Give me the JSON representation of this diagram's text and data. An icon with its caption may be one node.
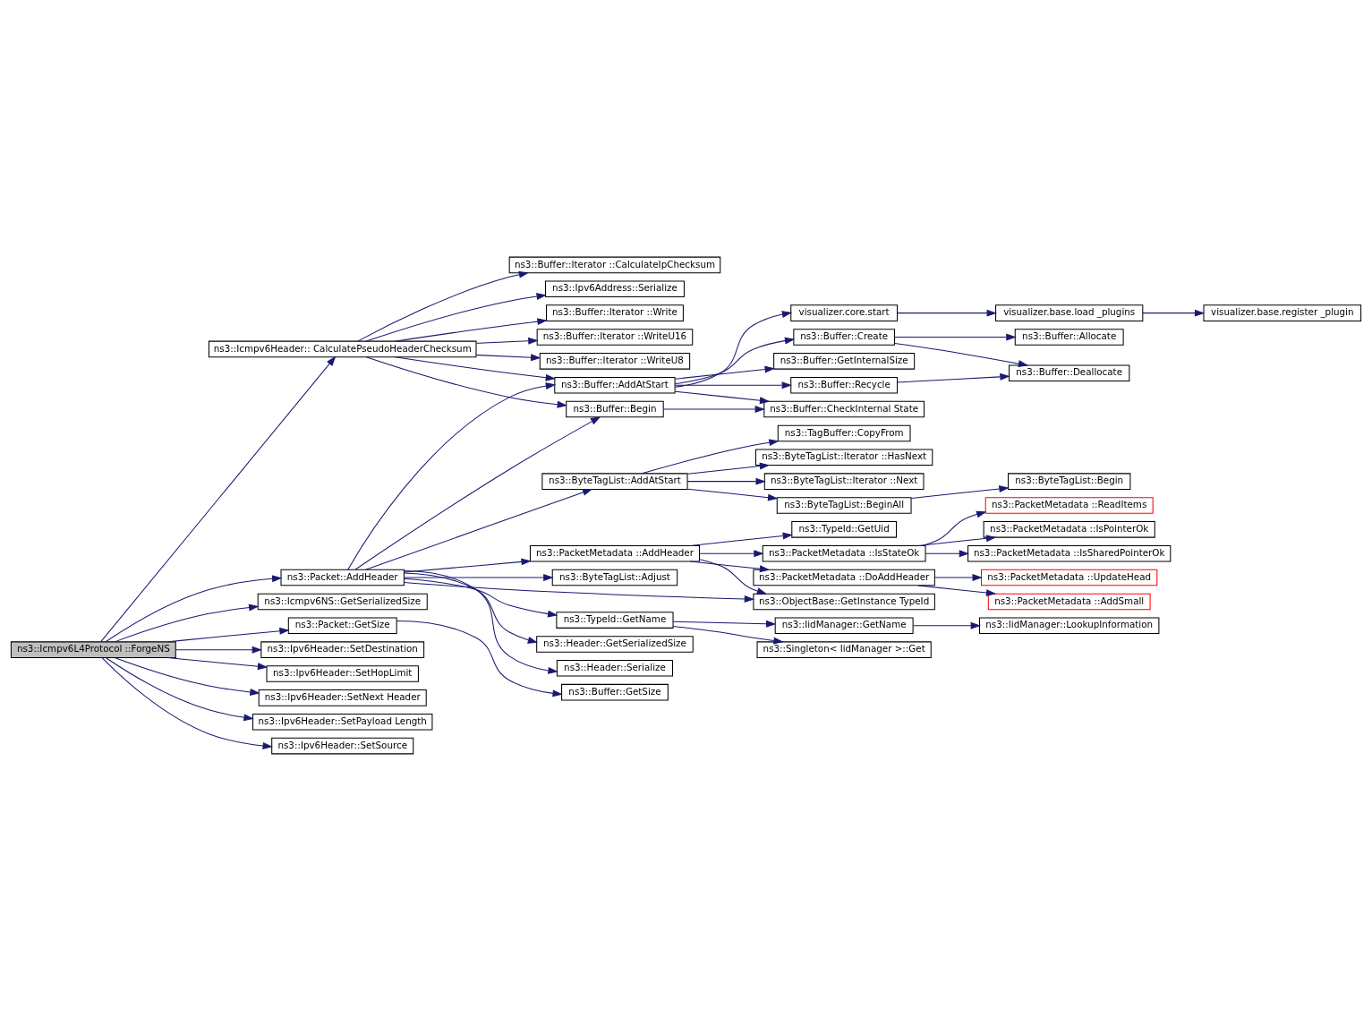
{
  "diagram": {
    "nodes": [
      {
        "text": [
          "ns3::Icmpv6L4Protocol ::ForgeNS"
        ]
      },
      {
        "text": [
          "ns3::Icmpv6Header:: CalculatePseudoHeaderChecksum"
        ]
      },
      {
        "text": [
          "ns3::Packet::AddHeader"
        ]
      },
      {
        "text": [
          "ns3::Icmpv6NS::GetSerializedSize"
        ]
      },
      {
        "text": [
          "ns3::Packet::GetSize"
        ]
      },
      {
        "text": [
          "ns3::Ipv6Header::SetDestination"
        ]
      },
      {
        "text": [
          "ns3::Ipv6Header::SetHopLimit"
        ]
      },
      {
        "text": [
          "ns3::Ipv6Header::SetNext Header"
        ]
      },
      {
        "text": [
          "ns3::Ipv6Header::SetPayload Length"
        ]
      },
      {
        "text": [
          "ns3::Ipv6Header::SetSource"
        ]
      },
      {
        "text": [
          "ns3::Buffer::Iterator ::CalculateIpChecksum"
        ]
      },
      {
        "text": [
          "ns3::Ipv6Address::Serialize"
        ]
      },
      {
        "text": [
          "ns3::Buffer::Iterator ::Write"
        ]
      },
      {
        "text": [
          "ns3::Buffer::Iterator ::WriteU16"
        ]
      },
      {
        "text": [
          "ns3::Buffer::Iterator ::WriteU8"
        ]
      },
      {
        "text": [
          "ns3::Buffer::Begin"
        ]
      },
      {
        "text": [
          "ns3::Buffer::AddAtStart"
        ]
      },
      {
        "text": [
          "ns3::TypeId::GetName"
        ]
      },
      {
        "text": [
          "ns3::ByteTagList::AddAtStart"
        ]
      },
      {
        "text": [
          "ns3::Header::GetSerializedSize"
        ]
      },
      {
        "text": [
          "ns3::Header::Serialize"
        ]
      },
      {
        "text": [
          "ns3::PacketMetadata ::AddHeader"
        ]
      },
      {
        "text": [
          "ns3::ByteTagList::Adjust"
        ]
      },
      {
        "text": [
          "ns3::Buffer::GetSize"
        ]
      },
      {
        "text": [
          "ns3::Buffer::CheckInternal State"
        ]
      },
      {
        "text": [
          "ns3::Buffer::Recycle"
        ]
      },
      {
        "text": [
          "ns3::Buffer::GetInternalSize"
        ]
      },
      {
        "text": [
          "ns3::Buffer::Create"
        ]
      },
      {
        "text": [
          "visualizer.core.start"
        ]
      },
      {
        "text": [
          "ns3::IidManager::GetName"
        ]
      },
      {
        "text": [
          "ns3::Singleton< IidManager >::Get"
        ]
      },
      {
        "text": [
          "ns3::ByteTagList::BeginAll"
        ]
      },
      {
        "text": [
          "ns3::TagBuffer::CopyFrom"
        ]
      },
      {
        "text": [
          "ns3::ByteTagList::Iterator ::HasNext"
        ]
      },
      {
        "text": [
          "ns3::ByteTagList::Iterator ::Next"
        ]
      },
      {
        "text": [
          "ns3::ObjectBase::GetInstance TypeId"
        ]
      },
      {
        "text": [
          "ns3::PacketMetadata ::DoAddHeader"
        ]
      },
      {
        "text": [
          "ns3::TypeId::GetUid"
        ]
      },
      {
        "text": [
          "ns3::PacketMetadata ::IsStateOk"
        ]
      },
      {
        "text": [
          "ns3::Buffer::Deallocate"
        ]
      },
      {
        "text": [
          "ns3::Buffer::Allocate"
        ]
      },
      {
        "text": [
          "visualizer.base.load _plugins"
        ]
      },
      {
        "text": [
          "ns3::IidManager::LookupInformation"
        ]
      },
      {
        "text": [
          "ns3::ByteTagList::Begin"
        ]
      },
      {
        "text": [
          "ns3::PacketMetadata ::UpdateHead"
        ]
      },
      {
        "text": [
          "ns3::PacketMetadata ::AddSmall"
        ]
      },
      {
        "text": [
          "ns3::PacketMetadata ::IsSharedPointerOk"
        ]
      },
      {
        "text": [
          "ns3::PacketMetadata ::ReadItems"
        ]
      },
      {
        "text": [
          "ns3::PacketMetadata ::IsPointerOk"
        ]
      },
      {
        "text": [
          "visualizer.base.register _plugin"
        ]
      }
    ],
    "edges": [
      {
        "from": 0,
        "to": 1,
        "arrow": "to"
      },
      {
        "from": 0,
        "to": 2,
        "arrow": "to"
      },
      {
        "from": 0,
        "to": 3,
        "arrow": "to"
      },
      {
        "from": 0,
        "to": 4,
        "arrow": "to"
      },
      {
        "from": 0,
        "to": 5,
        "arrow": "to"
      },
      {
        "from": 0,
        "to": 6,
        "arrow": "to"
      },
      {
        "from": 0,
        "to": 7,
        "arrow": "to"
      },
      {
        "from": 0,
        "to": 8,
        "arrow": "to"
      },
      {
        "from": 0,
        "to": 9,
        "arrow": "to"
      },
      {
        "from": 1,
        "to": 10,
        "arrow": "to"
      },
      {
        "from": 1,
        "to": 11,
        "arrow": "to"
      },
      {
        "from": 1,
        "to": 12,
        "arrow": "to"
      },
      {
        "from": 1,
        "to": 13,
        "arrow": "to"
      },
      {
        "from": 1,
        "to": 14,
        "arrow": "to"
      },
      {
        "from": 1,
        "to": 15,
        "arrow": "to"
      },
      {
        "from": 1,
        "to": 16,
        "arrow": "to"
      },
      {
        "from": 2,
        "to": 15,
        "arrow": "to"
      },
      {
        "from": 2,
        "to": 16,
        "arrow": "to"
      },
      {
        "from": 2,
        "to": 17,
        "arrow": "to"
      },
      {
        "from": 2,
        "to": 18,
        "arrow": "to"
      },
      {
        "from": 2,
        "to": 19,
        "arrow": "to"
      },
      {
        "from": 2,
        "to": 20,
        "arrow": "to"
      },
      {
        "from": 2,
        "to": 35,
        "arrow": "to"
      },
      {
        "from": 2,
        "to": 21,
        "arrow": "to"
      },
      {
        "from": 2,
        "to": 22,
        "arrow": "to"
      },
      {
        "from": 4,
        "to": 23,
        "arrow": "to"
      },
      {
        "from": 15,
        "to": 24,
        "arrow": "to"
      },
      {
        "from": 16,
        "to": 24,
        "arrow": "to"
      },
      {
        "from": 16,
        "to": 25,
        "arrow": "to"
      },
      {
        "from": 16,
        "to": 26,
        "arrow": "to"
      },
      {
        "from": 16,
        "to": 27,
        "arrow": "to"
      },
      {
        "from": 16,
        "to": 28,
        "arrow": "to"
      },
      {
        "from": 17,
        "to": 29,
        "arrow": "to"
      },
      {
        "from": 17,
        "to": 30,
        "arrow": "to"
      },
      {
        "from": 18,
        "to": 31,
        "arrow": "to"
      },
      {
        "from": 18,
        "to": 32,
        "arrow": "to"
      },
      {
        "from": 18,
        "to": 33,
        "arrow": "to"
      },
      {
        "from": 18,
        "to": 34,
        "arrow": "to"
      },
      {
        "from": 21,
        "to": 35,
        "arrow": "to"
      },
      {
        "from": 21,
        "to": 36,
        "arrow": "to"
      },
      {
        "from": 21,
        "to": 37,
        "arrow": "to"
      },
      {
        "from": 21,
        "to": 38,
        "arrow": "to"
      },
      {
        "from": 25,
        "to": 39,
        "arrow": "to"
      },
      {
        "from": 27,
        "to": 39,
        "arrow": "to"
      },
      {
        "from": 27,
        "to": 40,
        "arrow": "to"
      },
      {
        "from": 28,
        "to": 41,
        "arrow": "to"
      },
      {
        "from": 41,
        "to": 49,
        "arrow": "to"
      },
      {
        "from": 29,
        "to": 42,
        "arrow": "to"
      },
      {
        "from": 31,
        "to": 43,
        "arrow": "to"
      },
      {
        "from": 36,
        "to": 44,
        "arrow": "to"
      },
      {
        "from": 36,
        "to": 45,
        "arrow": "to"
      },
      {
        "from": 38,
        "to": 46,
        "arrow": "to"
      },
      {
        "from": 38,
        "to": 47,
        "arrow": "to"
      },
      {
        "from": 38,
        "to": 48,
        "arrow": "to"
      }
    ]
  }
}
